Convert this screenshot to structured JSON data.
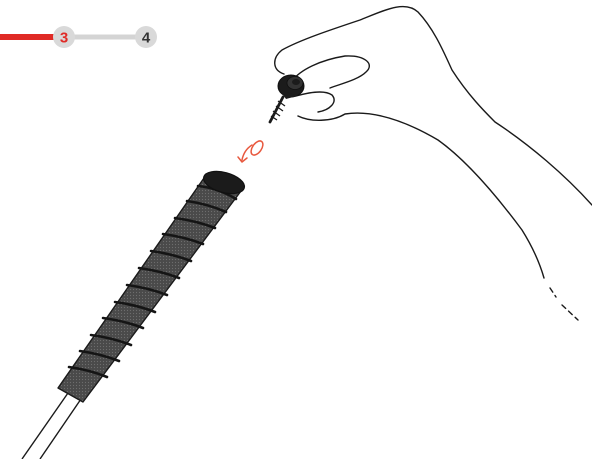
{
  "step_indicator": {
    "steps": [
      {
        "label": "3",
        "state": "active"
      },
      {
        "label": "4",
        "state": "upcoming"
      }
    ],
    "colors": {
      "active_track": "#e02a26",
      "inactive_track": "#d4d4d4",
      "bubble_fill": "#d9d9d9",
      "active_label": "#e02a26",
      "upcoming_label": "#333333"
    }
  },
  "illustration": {
    "parts": [
      "golf-club-grip",
      "end-cap-plug",
      "screw",
      "hand",
      "rotation-arrow"
    ],
    "colors": {
      "grip": "#4a4a4a",
      "grip_wrap": "#1a1a1a",
      "rotation_arrow": "#e8593f",
      "outline": "#1a1a1a"
    }
  }
}
